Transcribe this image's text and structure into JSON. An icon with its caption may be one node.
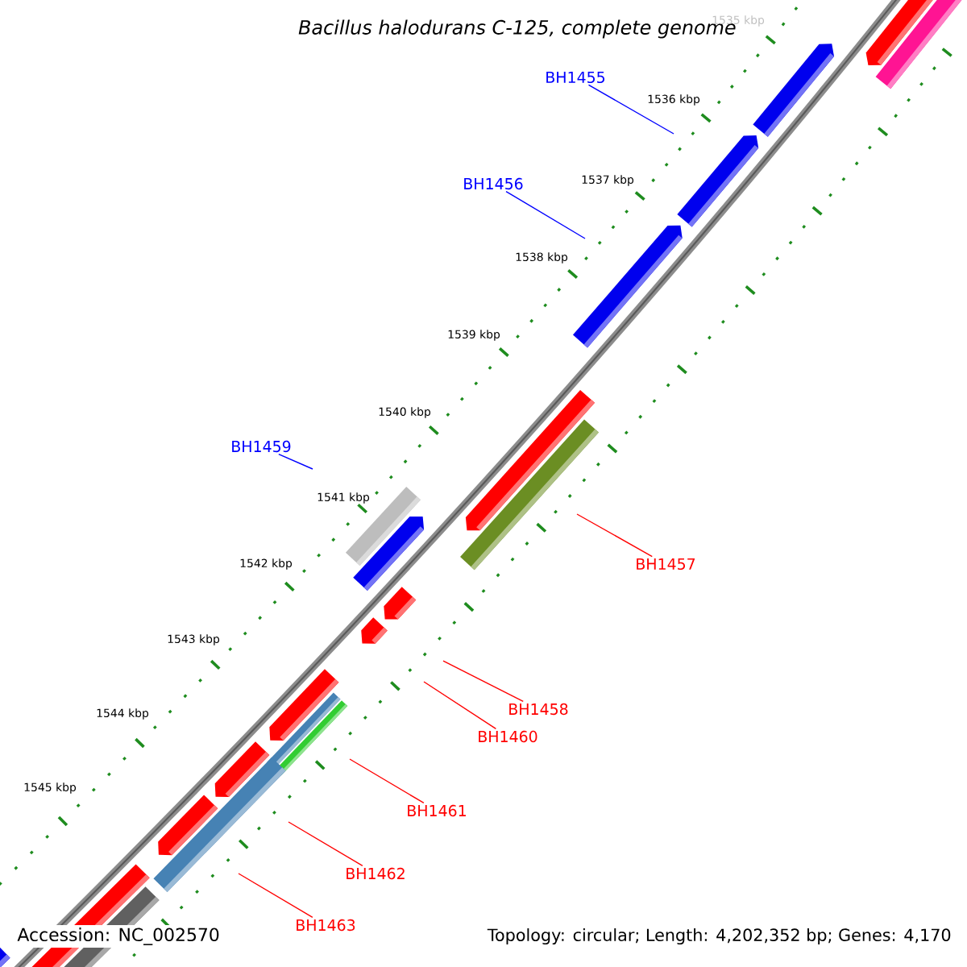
{
  "diagram": {
    "title": "Bacillus halodurans C-125, complete genome",
    "nodes": [
      {
        "text": [
          "BH1455"
        ]
      },
      {
        "text": [
          "BH1456"
        ]
      },
      {
        "text": [
          "BH1459"
        ]
      },
      {
        "text": [
          "BH1457"
        ]
      },
      {
        "text": [
          "BH1458"
        ]
      },
      {
        "text": [
          "BH1460"
        ]
      },
      {
        "text": [
          "BH1461"
        ]
      },
      {
        "text": [
          "BH1462"
        ]
      },
      {
        "text": [
          "BH1463"
        ]
      }
    ],
    "edges": [
      {
        "from": 0,
        "to": null,
        "arrow": "none",
        "color": "#0000ff"
      },
      {
        "from": 1,
        "to": null,
        "arrow": "none",
        "color": "#0000ff"
      },
      {
        "from": 2,
        "to": null,
        "arrow": "none",
        "color": "#0000ff"
      },
      {
        "from": 3,
        "to": null,
        "arrow": "none"
      },
      {
        "from": 4,
        "to": null,
        "arrow": "none"
      },
      {
        "from": 5,
        "to": null,
        "arrow": "none"
      },
      {
        "from": 6,
        "to": null,
        "arrow": "none"
      },
      {
        "from": 7,
        "to": null,
        "arrow": "none"
      },
      {
        "from": 8,
        "to": null,
        "arrow": "none"
      }
    ],
    "labels": [
      "1535 kbp",
      "1536 kbp",
      "1537 kbp",
      "1538 kbp",
      "1539 kbp",
      "1540 kbp",
      "1541 kbp",
      "1542 kbp",
      "1543 kbp",
      "1544 kbp",
      "1545 kbp",
      "Accession: NC_002570",
      "Topology: circular; Length: 4,202,352 bp; Genes: 4,170"
    ]
  }
}
